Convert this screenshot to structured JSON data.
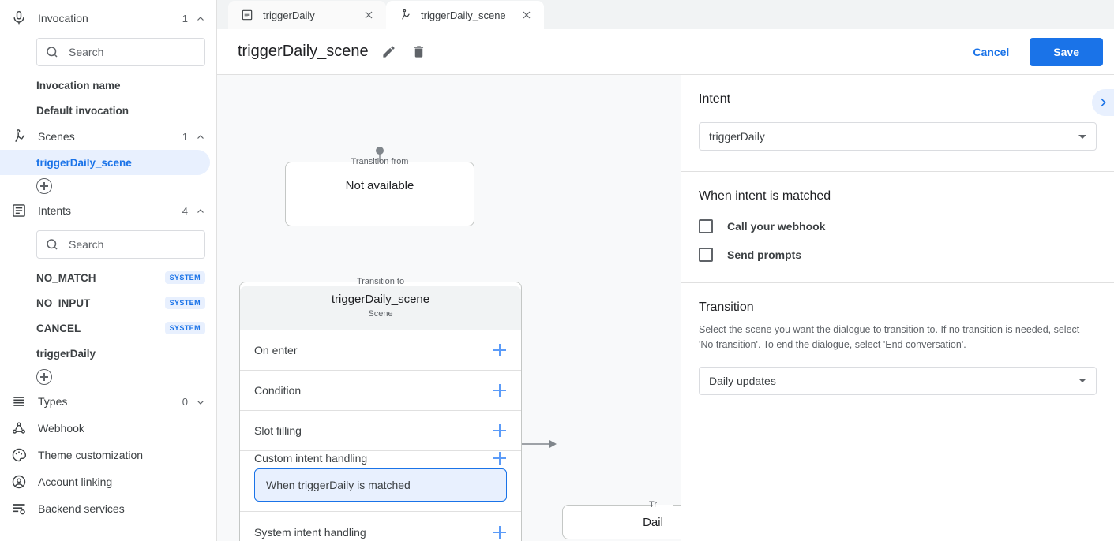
{
  "sidebar": {
    "groups": [
      {
        "icon": "microphone-icon",
        "label": "Invocation",
        "count": "1",
        "caret": "up"
      },
      {
        "icon": "scenes-icon",
        "label": "Scenes",
        "count": "1",
        "caret": "up"
      },
      {
        "icon": "intents-icon",
        "label": "Intents",
        "count": "4",
        "caret": "up"
      },
      {
        "icon": "types-icon",
        "label": "Types",
        "count": "0",
        "caret": "down"
      }
    ],
    "invocation_search_placeholder": "Search",
    "invocation_items": [
      {
        "label": "Invocation name"
      },
      {
        "label": "Default invocation"
      }
    ],
    "scene_items": [
      {
        "label": "triggerDaily_scene",
        "selected": true
      }
    ],
    "intents_search_placeholder": "Search",
    "intent_items": [
      {
        "label": "NO_MATCH",
        "badge": "SYSTEM"
      },
      {
        "label": "NO_INPUT",
        "badge": "SYSTEM"
      },
      {
        "label": "CANCEL",
        "badge": "SYSTEM"
      },
      {
        "label": "triggerDaily",
        "badge": ""
      }
    ],
    "bottom_links": [
      {
        "icon": "webhook-icon",
        "label": "Webhook"
      },
      {
        "icon": "palette-icon",
        "label": "Theme customization"
      },
      {
        "icon": "account-icon",
        "label": "Account linking"
      },
      {
        "icon": "backend-services-icon",
        "label": "Backend services"
      }
    ]
  },
  "tabs": [
    {
      "icon": "intent-icon",
      "label": "triggerDaily",
      "active": false
    },
    {
      "icon": "scene-icon",
      "label": "triggerDaily_scene",
      "active": true
    }
  ],
  "header": {
    "title": "triggerDaily_scene",
    "edit_icon": "pencil-icon",
    "delete_icon": "trash-icon",
    "cancel_label": "Cancel",
    "save_label": "Save"
  },
  "canvas": {
    "from_card": {
      "legend": "Transition from",
      "text": "Not available"
    },
    "scene_card": {
      "legend": "Transition to",
      "title": "triggerDaily_scene",
      "subtitle": "Scene",
      "rows": [
        {
          "label": "On enter"
        },
        {
          "label": "Condition"
        },
        {
          "label": "Slot filling"
        },
        {
          "label": "Custom intent handling",
          "chip": "When triggerDaily is matched"
        },
        {
          "label": "System intent handling"
        }
      ]
    },
    "to_card": {
      "legend": "Tr",
      "text": "Dail"
    }
  },
  "panel": {
    "intent": {
      "title": "Intent",
      "selected": "triggerDaily"
    },
    "matched": {
      "title": "When intent is matched",
      "options": [
        {
          "label": "Call your webhook",
          "checked": false
        },
        {
          "label": "Send prompts",
          "checked": false
        }
      ]
    },
    "transition": {
      "title": "Transition",
      "description": "Select the scene you want the dialogue to transition to. If no transition is needed, select 'No transition'. To end the dialogue, select 'End conversation'.",
      "selected": "Daily updates"
    },
    "toggle_icon": "chevron-right-icon"
  },
  "colors": {
    "accent": "#1a73e8",
    "accent_bg": "#e8f0fe",
    "canvas_bg": "#f8f9fa",
    "border": "#e0e0e0"
  }
}
